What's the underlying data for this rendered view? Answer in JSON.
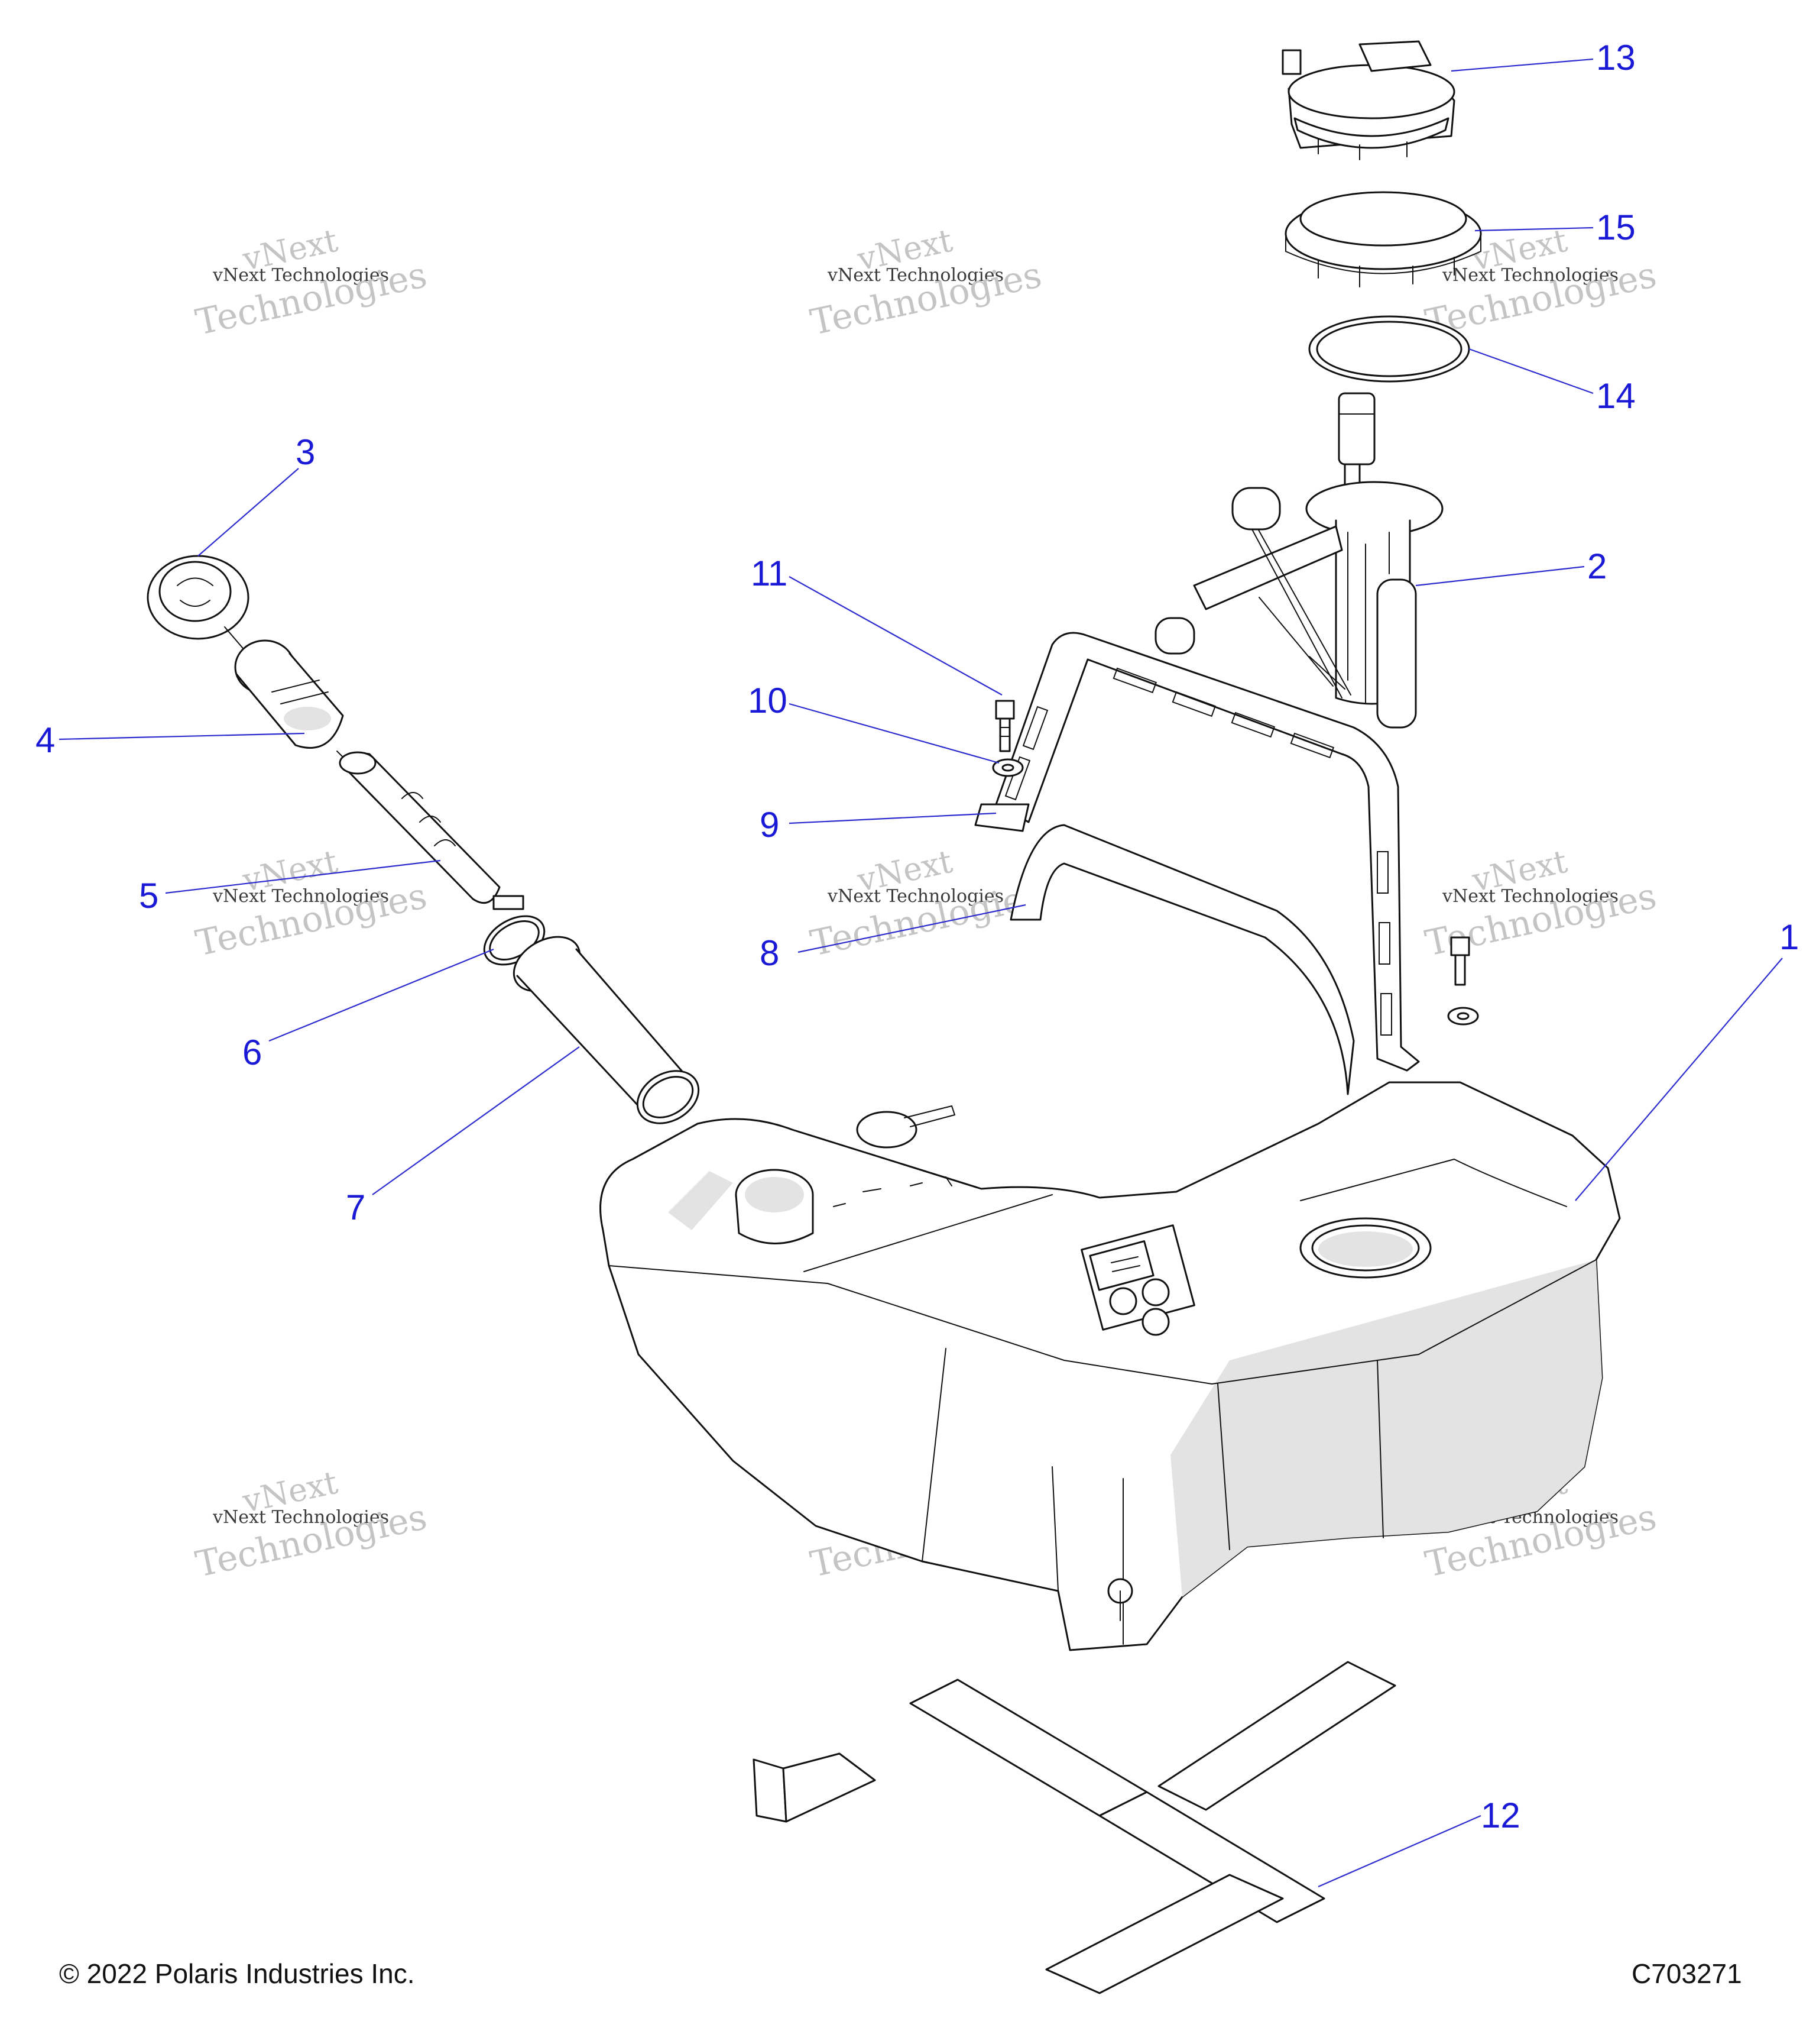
{
  "callouts": [
    {
      "id": "1",
      "label": "1"
    },
    {
      "id": "2",
      "label": "2"
    },
    {
      "id": "3",
      "label": "3"
    },
    {
      "id": "4",
      "label": "4"
    },
    {
      "id": "5",
      "label": "5"
    },
    {
      "id": "6",
      "label": "6"
    },
    {
      "id": "7",
      "label": "7"
    },
    {
      "id": "8",
      "label": "8"
    },
    {
      "id": "9",
      "label": "9"
    },
    {
      "id": "10",
      "label": "10"
    },
    {
      "id": "11",
      "label": "11"
    },
    {
      "id": "12",
      "label": "12"
    },
    {
      "id": "13",
      "label": "13"
    },
    {
      "id": "14",
      "label": "14"
    },
    {
      "id": "15",
      "label": "15"
    }
  ],
  "watermark": {
    "line1": "vNext",
    "line2": "vNext Technologies",
    "line3": "Technologies"
  },
  "footer": {
    "copyright": "© 2022 Polaris Industries Inc.",
    "code": "C703271"
  },
  "colors": {
    "callout": "#1a1ad6",
    "leader": "#2b2bd0",
    "outline": "#111111",
    "watermark": "#c4c4c4"
  }
}
